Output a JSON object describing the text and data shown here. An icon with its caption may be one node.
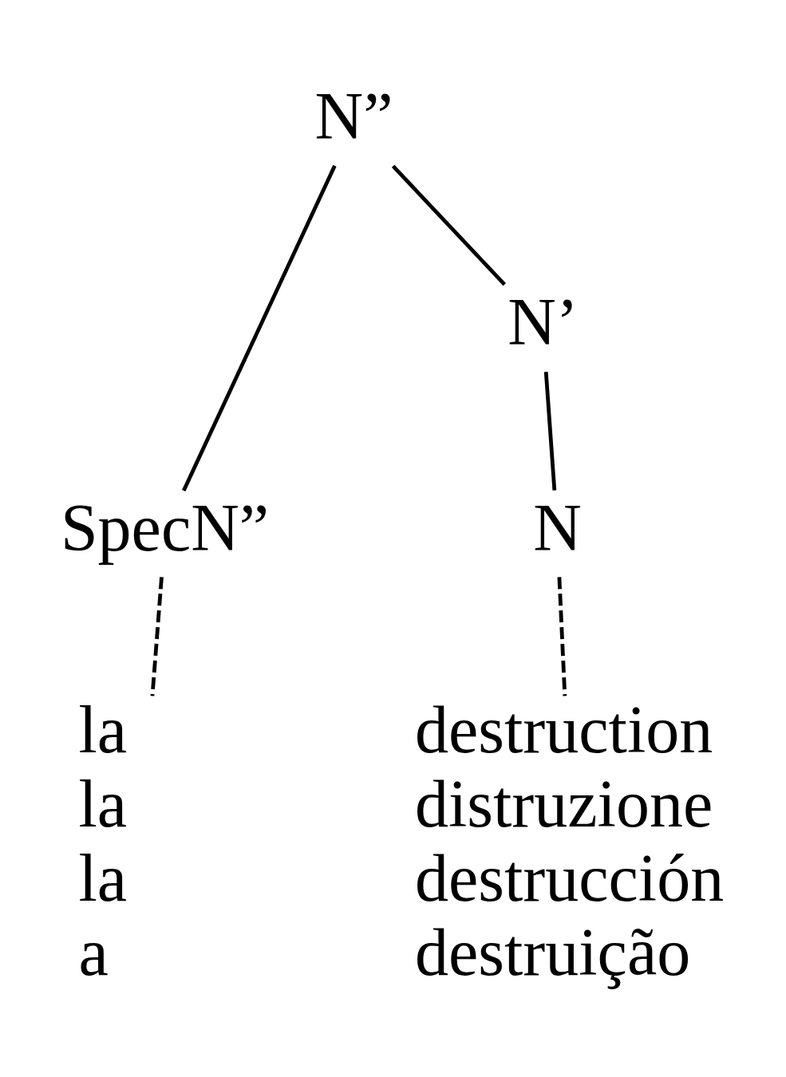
{
  "diagram": {
    "nodes": [
      {
        "text": [
          "N”"
        ]
      },
      {
        "text": [
          "SpecN”"
        ]
      },
      {
        "text": [
          "N’"
        ]
      },
      {
        "text": [
          "N"
        ]
      },
      {
        "text": [
          "la",
          "la",
          "la",
          "a"
        ]
      },
      {
        "text": [
          "destruction",
          "distruzione",
          "destrucción",
          "destruição"
        ]
      }
    ],
    "edges": [
      {
        "from": 0,
        "to": 1,
        "arrow": "none"
      },
      {
        "from": 0,
        "to": 2,
        "arrow": "none"
      },
      {
        "from": 2,
        "to": 3,
        "arrow": "none"
      },
      {
        "from": 1,
        "to": 4,
        "arrow": "none",
        "style": "dashed"
      },
      {
        "from": 3,
        "to": 5,
        "arrow": "none",
        "style": "dashed"
      }
    ]
  }
}
